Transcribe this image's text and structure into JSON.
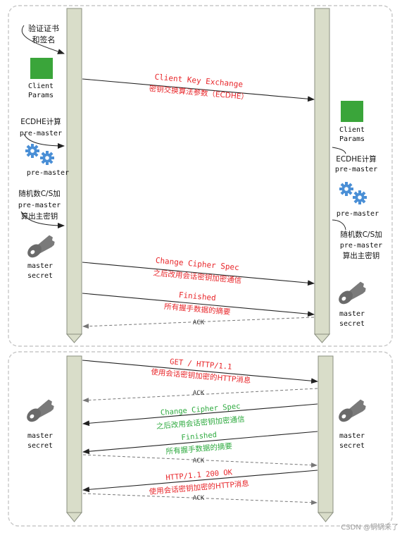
{
  "colors": {
    "red": "#e8262a",
    "green": "#2eaa3f",
    "pillar_fill": "#d9ddc9",
    "pillar_stroke": "#8a8f80",
    "panel_border": "#c8c8c8",
    "client_params_green": "#3aa53a",
    "gear_blue": "#4a8fd6",
    "key_gray": "#6e6e6e"
  },
  "icons": {
    "client_params": "green-square-icon",
    "pre_master": "gears-icon",
    "master_secret": "key-icon"
  },
  "top_panel": {
    "left_labels": {
      "verify": [
        "验证证书",
        "和签名"
      ],
      "client_params": [
        "Client",
        "Params"
      ],
      "ecdhe": [
        "ECDHE计算",
        "pre-master"
      ],
      "pre_master": "pre-master",
      "random": [
        "随机数C/S加",
        "pre-master",
        "算出主密钥"
      ],
      "master_secret": [
        "master",
        "secret"
      ]
    },
    "right_labels": {
      "client_params": [
        "Client",
        "Params"
      ],
      "ecdhe": [
        "ECDHE计算",
        "pre-master"
      ],
      "pre_master": "pre-master",
      "random": [
        "随机数C/S加",
        "pre-master",
        "算出主密钥"
      ],
      "master_secret": [
        "master",
        "secret"
      ]
    },
    "messages": [
      {
        "line1": "Client Key Exchange",
        "line2": "密钥交换算法参数（ECDHE）"
      },
      {
        "line1": "Change Cipher Spec",
        "line2": "之后改用会话密钥加密通信"
      },
      {
        "line1": "Finished",
        "line2": "所有握手数据的摘要"
      }
    ],
    "ack": "ACK"
  },
  "bottom_panel": {
    "left_master": [
      "master",
      "secret"
    ],
    "right_master": [
      "master",
      "secret"
    ],
    "messages": [
      {
        "line1": "GET / HTTP/1.1",
        "line2": "使用会话密钥加密的HTTP消息"
      },
      {
        "line1": "Change Cipher Spec",
        "line2": "之后改用会话密钥加密通信"
      },
      {
        "line1": "Finished",
        "line2": "所有握手数据的摘要"
      },
      {
        "line1": "HTTP/1.1 200 OK",
        "line2": "使用会话密钥加密的HTTP消息"
      }
    ],
    "ack": "ACK"
  },
  "watermark": "CSDN @锅锅来了"
}
